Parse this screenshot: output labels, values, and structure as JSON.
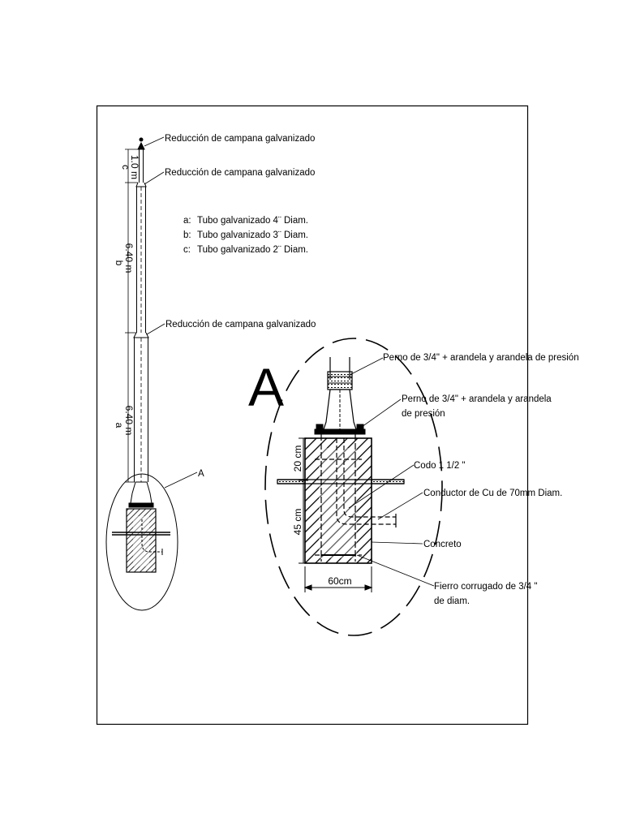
{
  "detail_letter": "A",
  "labels": {
    "reduccion_top": "Reducción de campana galvanizado",
    "reduccion_mid": "Reducción de campana galvanizado",
    "reduccion_low": "Reducción de campana galvanizado",
    "detail_ref": "A"
  },
  "legend": [
    {
      "key": "a:",
      "text": "Tubo galvanizado 4¨ Diam."
    },
    {
      "key": "b:",
      "text": "Tubo galvanizado 3¨ Diam."
    },
    {
      "key": "c:",
      "text": "Tubo galvanizado 2¨ Diam."
    }
  ],
  "segments": {
    "c": {
      "letter": "c",
      "length": "1.0 m"
    },
    "b": {
      "letter": "b",
      "length": "6.40 m"
    },
    "a": {
      "letter": "a",
      "length": "6.40 m"
    }
  },
  "detail_labels": {
    "perno_1": "Perno de 3/4\" + arandela y arandela de presión",
    "perno_2_line1": "Perno de 3/4\" + arandela y arandela",
    "perno_2_line2": "de presión",
    "codo": "Codo 1 1/2 \"",
    "conductor": "Conductor de Cu de 70mm Diam.",
    "concreto": "Concreto",
    "fierro_line1": "Fierro corrugado de 3/4 \"",
    "fierro_line2": "de diam."
  },
  "dimensions": {
    "top_20": "20 cm",
    "depth_45": "45 cm",
    "width_60": "60cm"
  }
}
